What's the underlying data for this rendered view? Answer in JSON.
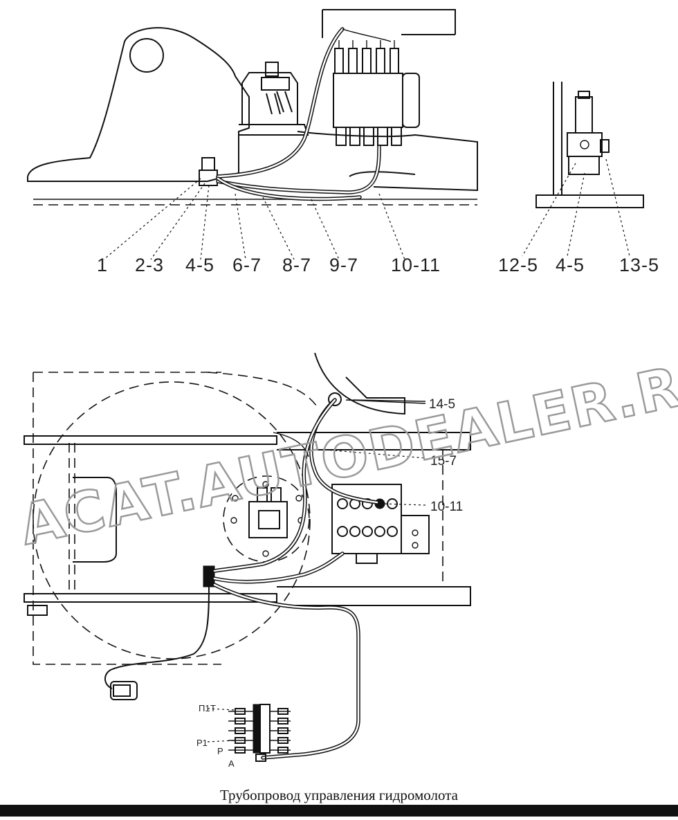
{
  "watermark": "ACAT.AUTODEALER.RU",
  "caption": "Трубопровод управления гидромолота",
  "top_view_labels": [
    "1",
    "2-3",
    "4-5",
    "6-7",
    "8-7",
    "9-7",
    "10-11"
  ],
  "side_view_labels": [
    "12-5",
    "4-5",
    "13-5"
  ],
  "plan_view_labels": [
    "14-5",
    "15-7",
    "10-11"
  ],
  "valve_labels": [
    "П1",
    "Т",
    "Р",
    "Р1",
    "A"
  ]
}
